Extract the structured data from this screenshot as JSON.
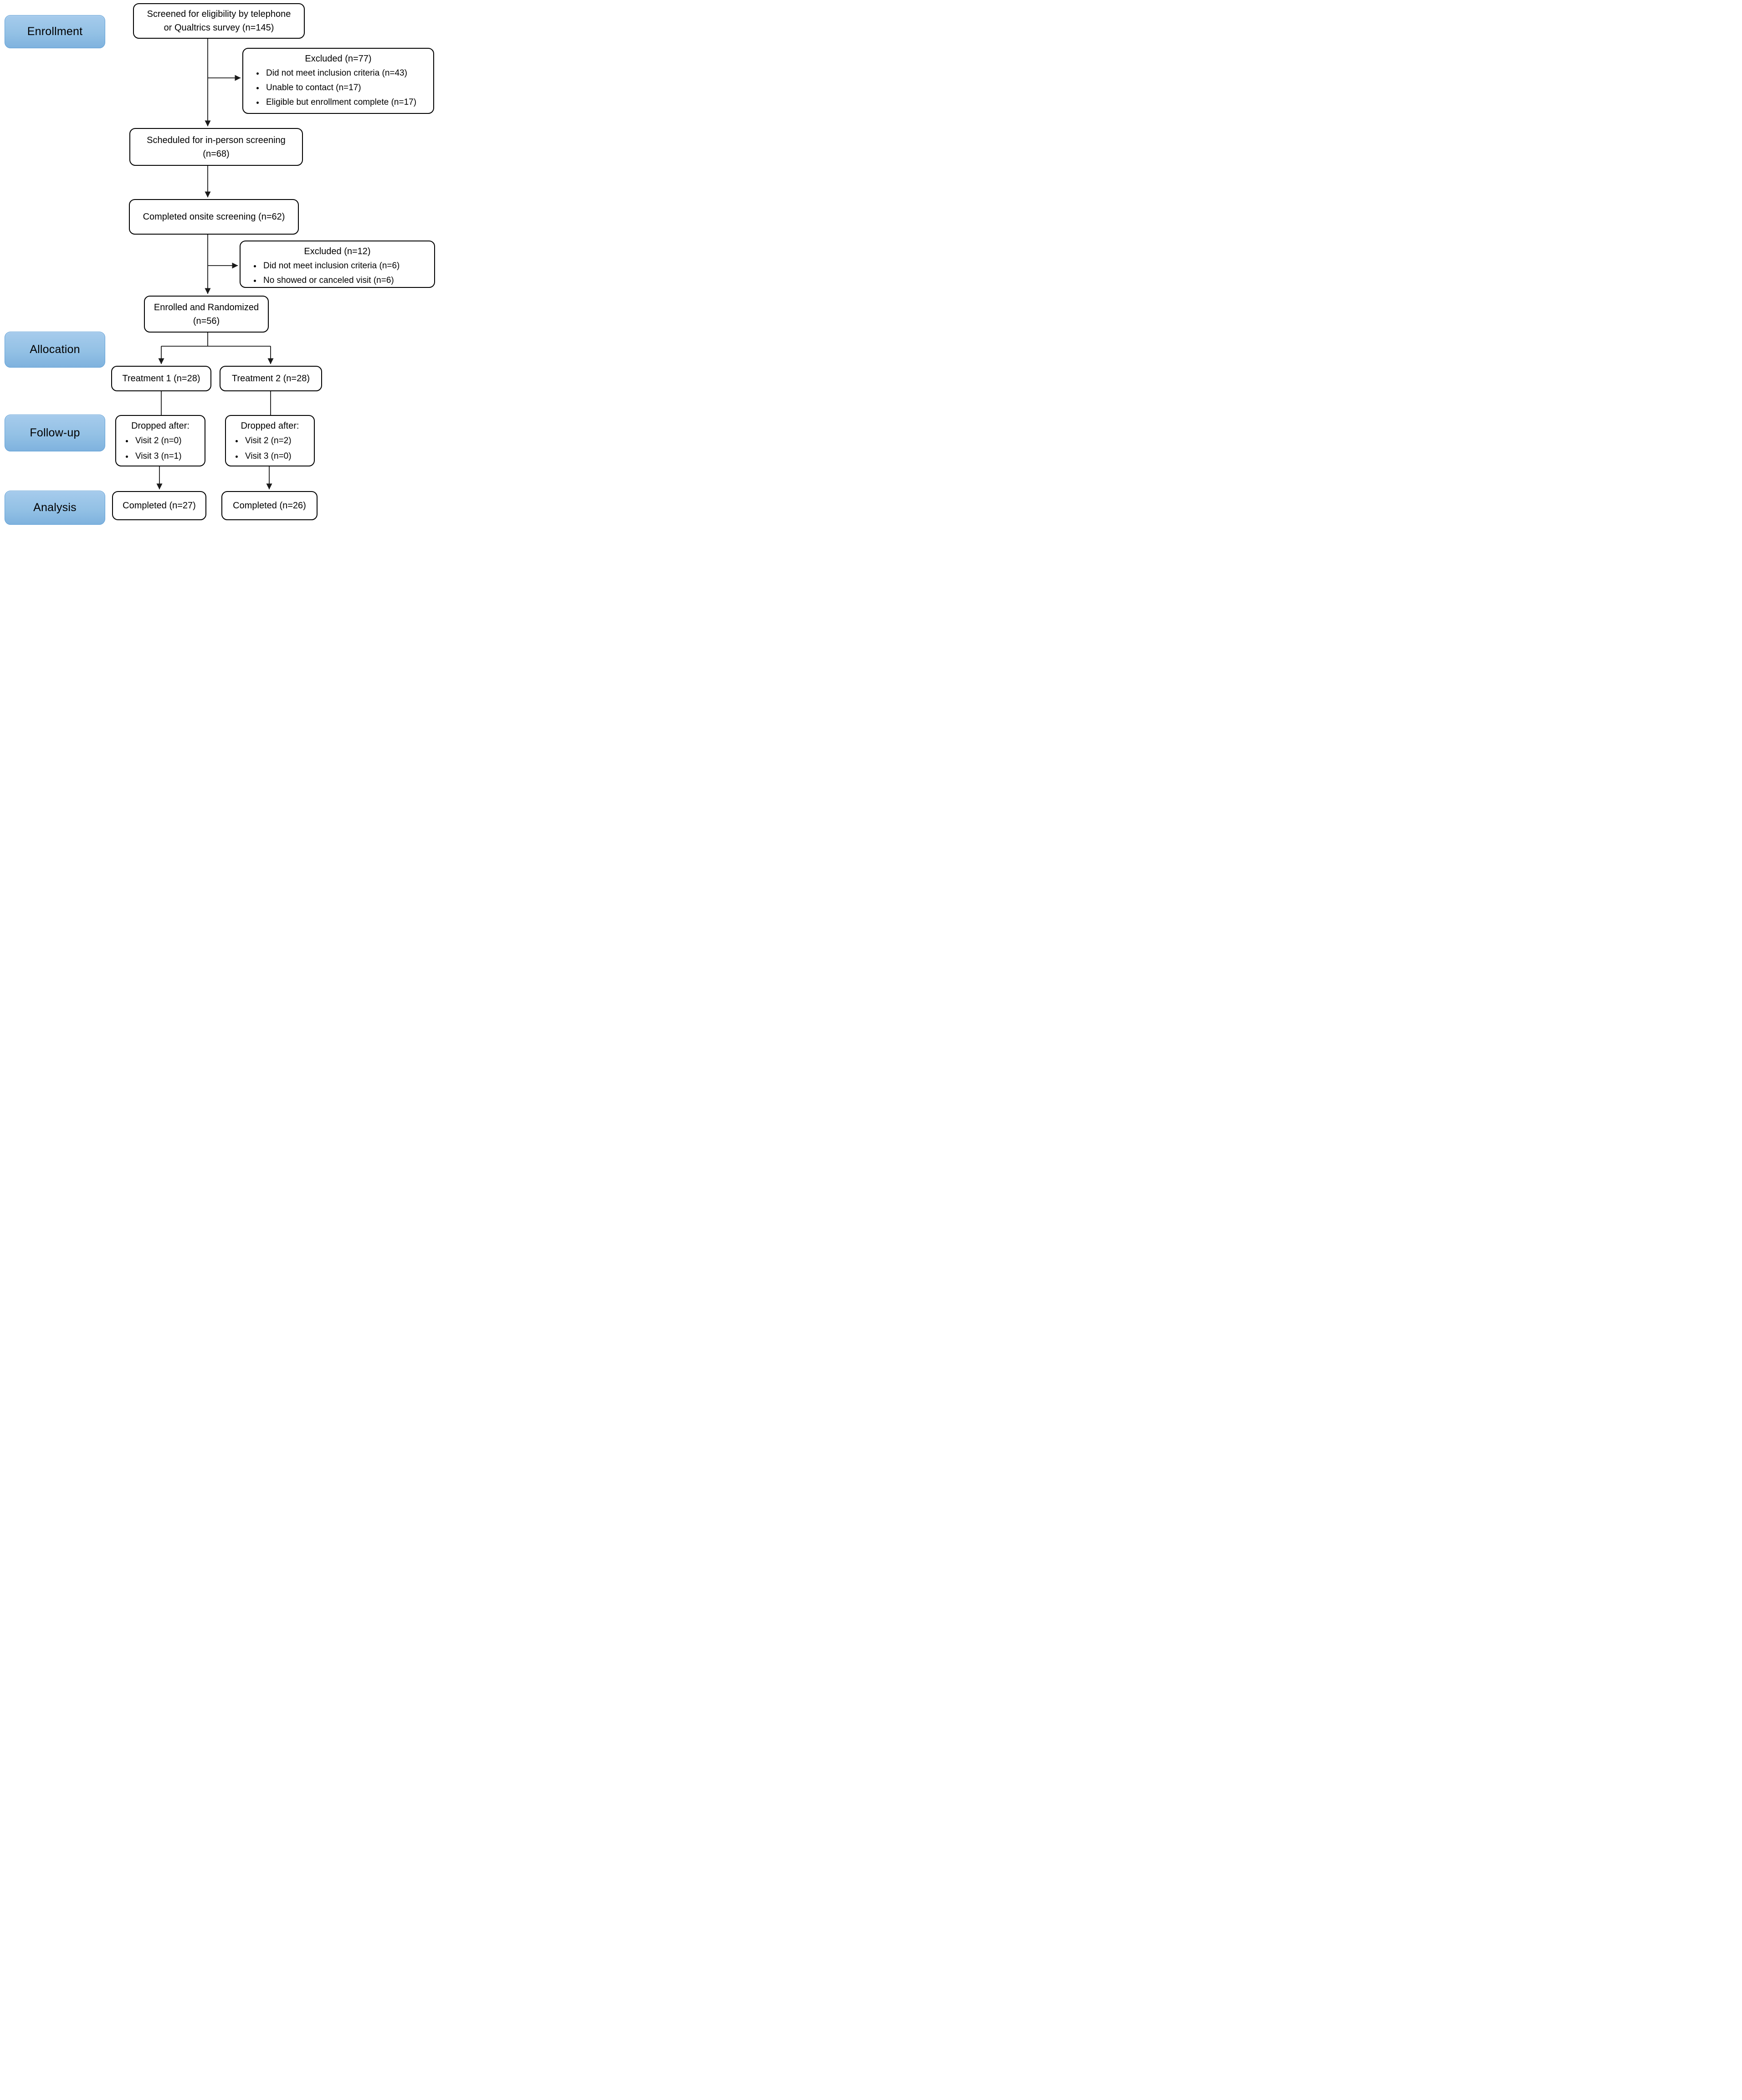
{
  "stages": {
    "enrollment": "Enrollment",
    "allocation": "Allocation",
    "followup": "Follow-up",
    "analysis": "Analysis"
  },
  "boxes": {
    "screened": "Screened for eligibility by telephone\nor Qualtrics survey (n=145)",
    "excluded_screening": {
      "title": "Excluded (n=77)",
      "items": [
        "Did not meet inclusion criteria (n=43)",
        "Unable to contact (n=17)",
        "Eligible but enrollment complete (n=17)"
      ]
    },
    "scheduled": "Scheduled for in-person screening\n(n=68)",
    "completed_onsite": "Completed onsite screening (n=62)",
    "excluded_onsite": {
      "title": "Excluded (n=12)",
      "items": [
        "Did not meet inclusion criteria (n=6)",
        "No showed or canceled visit (n=6)"
      ]
    },
    "enrolled": "Enrolled and Randomized\n(n=56)",
    "treatment1": "Treatment 1 (n=28)",
    "treatment2": "Treatment 2 (n=28)",
    "dropped1": {
      "title": "Dropped after:",
      "items": [
        "Visit 2 (n=0)",
        "Visit 3 (n=1)"
      ]
    },
    "dropped2": {
      "title": "Dropped after:",
      "items": [
        "Visit 2 (n=2)",
        "Visit 3 (n=0)"
      ]
    },
    "completed1": "Completed (n=27)",
    "completed2": "Completed (n=26)"
  },
  "colors": {
    "stage_fill_top": "#a6cbec",
    "stage_fill_bottom": "#7fb2de",
    "stage_border": "#5f9fd6",
    "box_border": "#000000",
    "connector": "#1a1a1a"
  }
}
